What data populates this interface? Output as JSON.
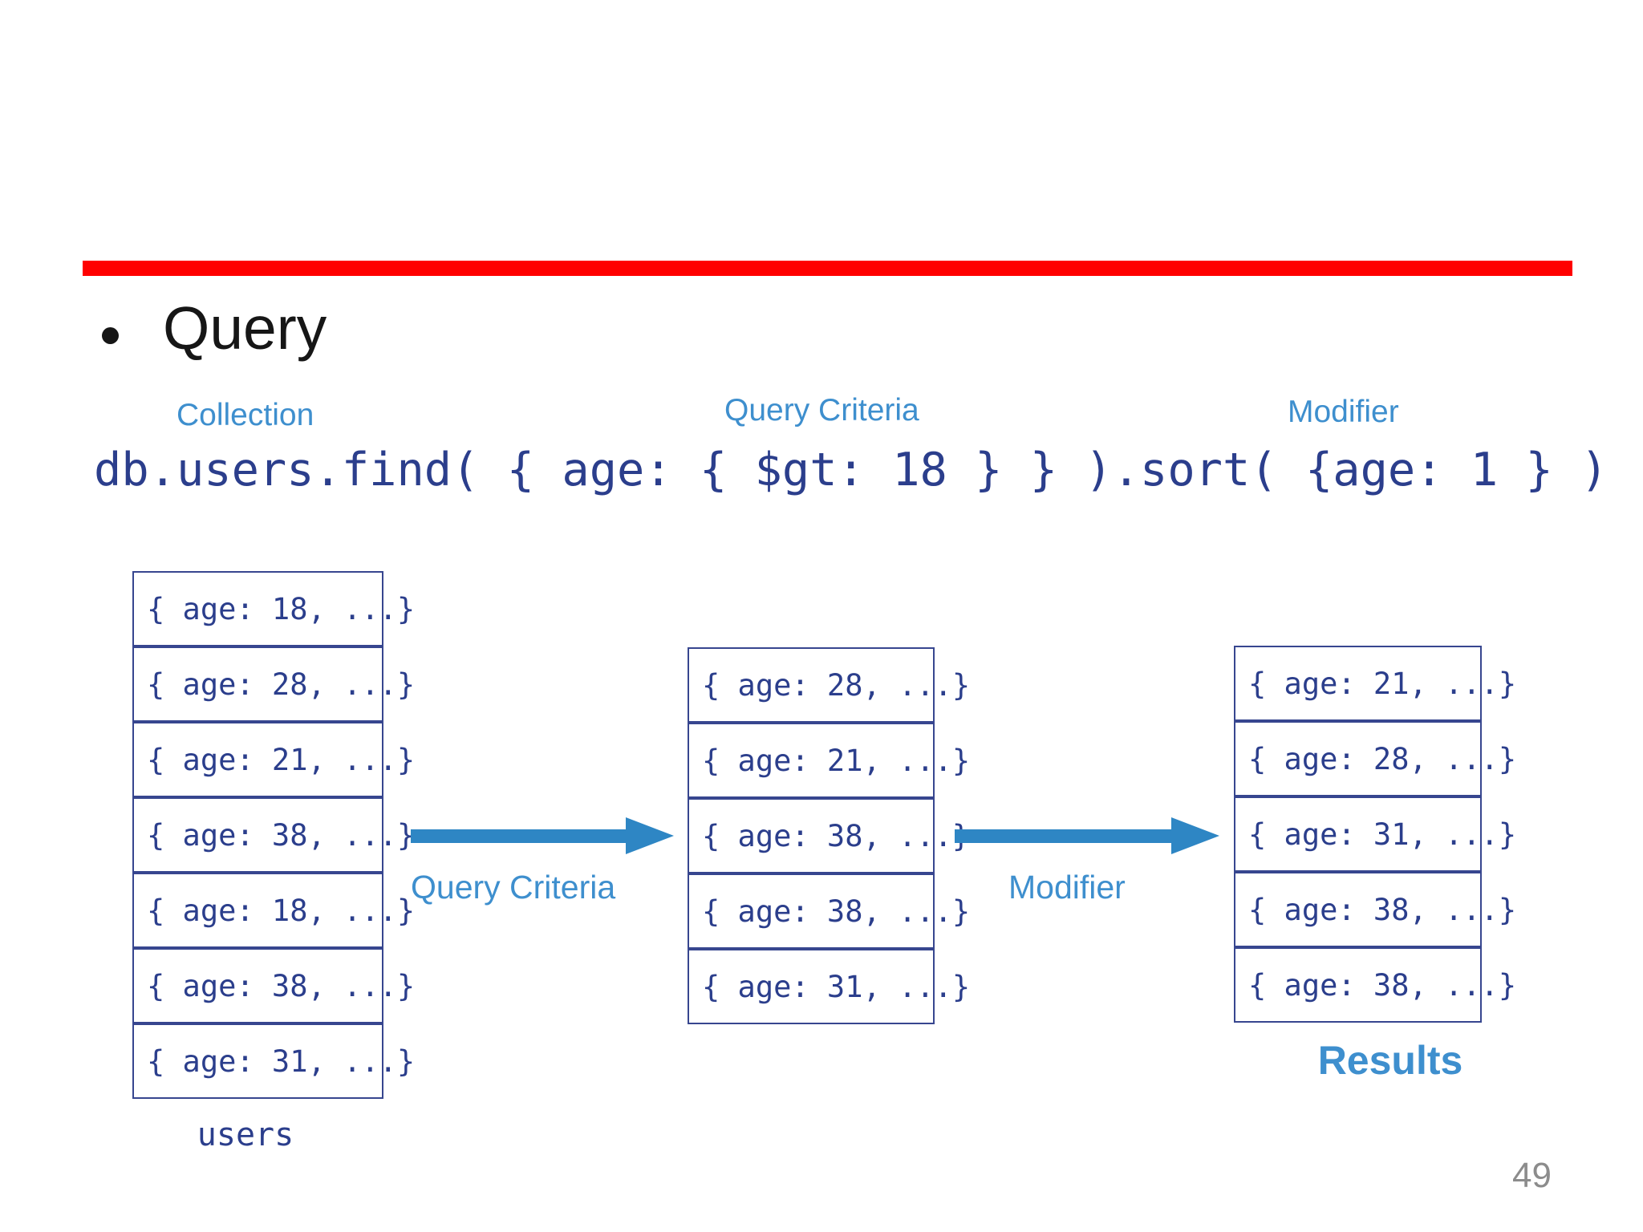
{
  "slide": {
    "title": "Query",
    "page_number": "49",
    "code_line": "db.users.find( { age: { $gt: 18 } } ).sort( {age: 1 } )",
    "annotations": {
      "collection": "Collection",
      "query_criteria": "Query Criteria",
      "modifier": "Modifier"
    },
    "colors": {
      "accent_red": "#ff0000",
      "code_navy": "#2b3e8c",
      "table_border_navy": "#37468f",
      "label_blue": "#3e8fce",
      "arrow_blue": "#2e86c4",
      "page_number_gray": "#8c8c8c",
      "title_black": "#161616"
    },
    "diagram": {
      "users_table": {
        "caption": "users",
        "rows": [
          "{ age: 18, ...}",
          "{ age: 28, ...}",
          "{ age: 21, ...}",
          "{ age: 38, ...}",
          "{ age: 18, ...}",
          "{ age: 38, ...}",
          "{ age: 31, ...}"
        ]
      },
      "filtered_table": {
        "rows": [
          "{ age: 28, ...}",
          "{ age: 21, ...}",
          "{ age: 38, ...}",
          "{ age: 38, ...}",
          "{ age: 31, ...}"
        ]
      },
      "results_table": {
        "caption": "Results",
        "rows": [
          "{ age: 21, ...}",
          "{ age: 28, ...}",
          "{ age: 31, ...}",
          "{ age: 38, ...}",
          "{ age: 38, ...}"
        ]
      },
      "arrow_1_label": "Query Criteria",
      "arrow_2_label": "Modifier"
    }
  }
}
